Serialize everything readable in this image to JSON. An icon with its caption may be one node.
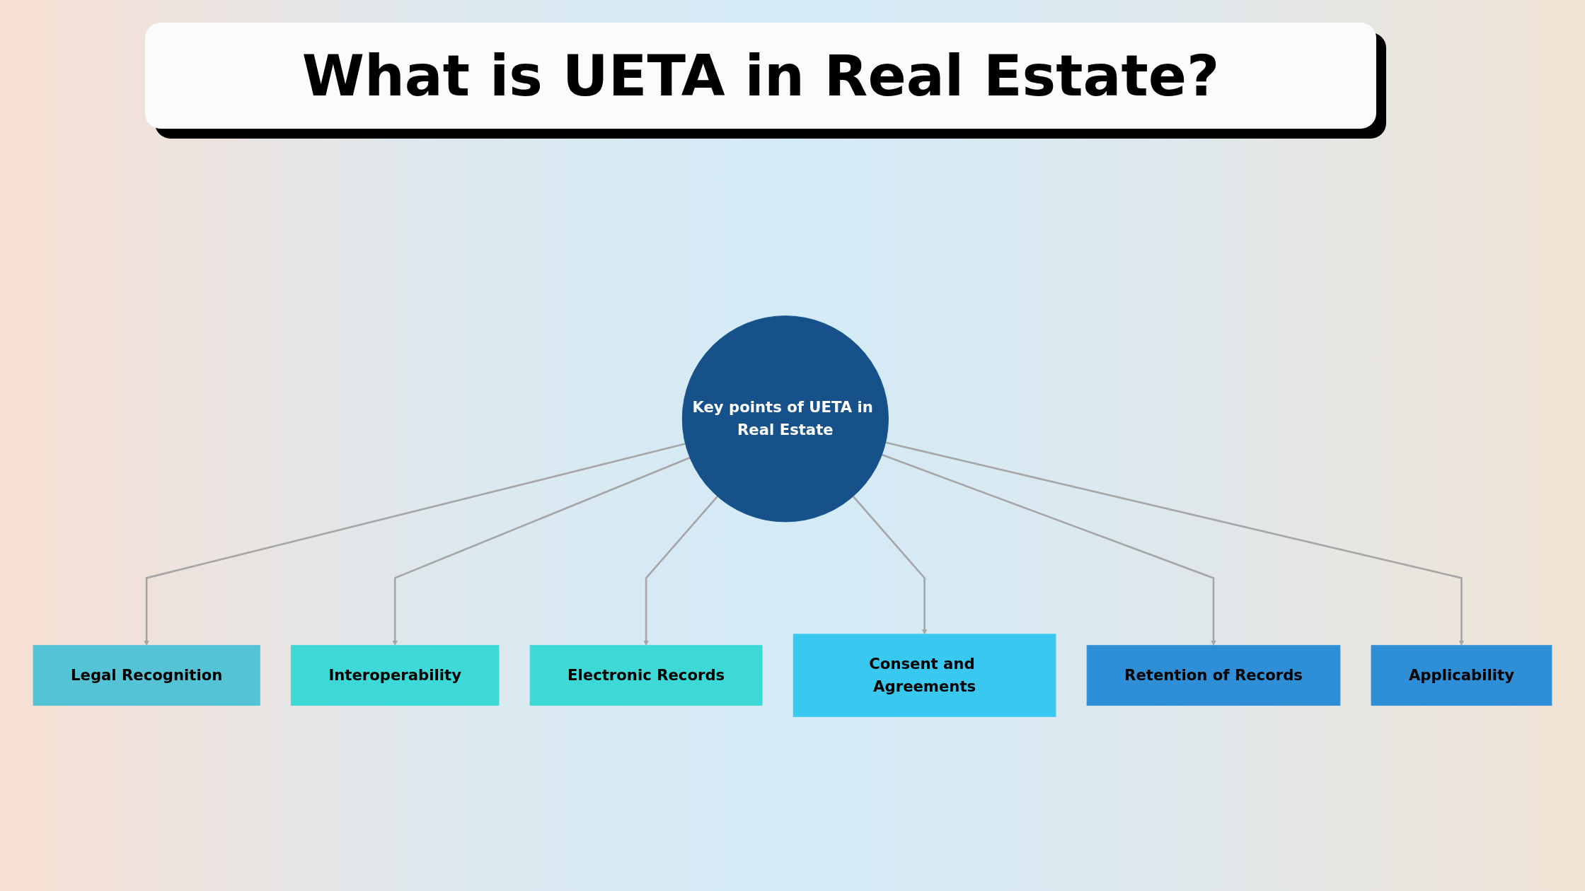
{
  "diagram": {
    "title": "What is UETA in Real Estate?",
    "nodes": [
      {
        "text": [
          "Legal Recognition"
        ]
      },
      {
        "text": [
          "Interoperability"
        ]
      },
      {
        "text": [
          "Key points of UETA in Real Estate"
        ]
      },
      {
        "text": [
          "Electronic Records"
        ]
      },
      {
        "text": [
          "Consent and Agreements"
        ]
      },
      {
        "text": [
          "Retention of Records"
        ]
      },
      {
        "text": [
          "Applicability"
        ]
      }
    ],
    "edges": [
      {
        "from": 2,
        "to": 0,
        "arrow": "to"
      },
      {
        "from": 2,
        "to": 1,
        "arrow": "to"
      },
      {
        "from": 2,
        "to": 3,
        "arrow": "to"
      },
      {
        "from": 2,
        "to": 4,
        "arrow": "to"
      },
      {
        "from": 2,
        "to": 5,
        "arrow": "to"
      },
      {
        "from": 2,
        "to": 6,
        "arrow": "to"
      }
    ]
  }
}
